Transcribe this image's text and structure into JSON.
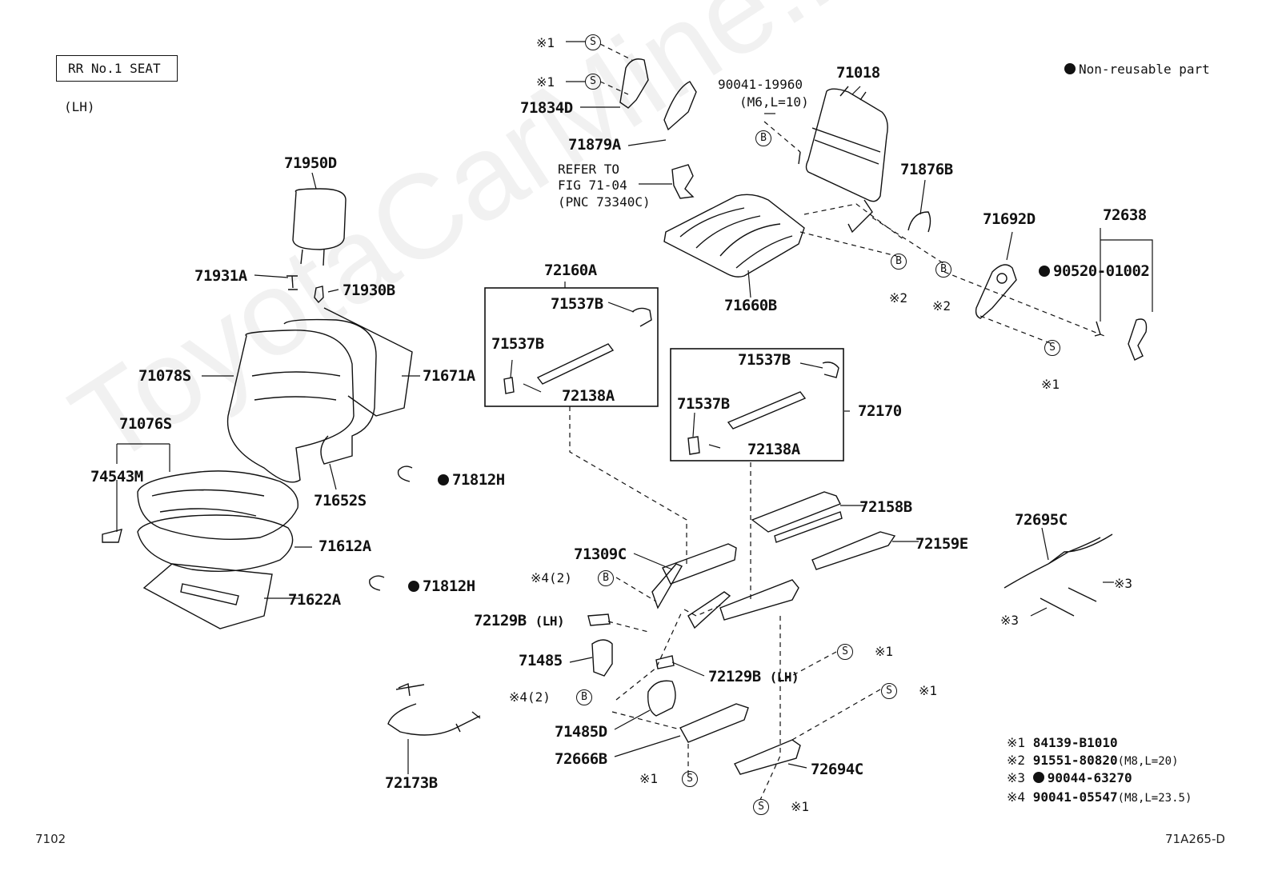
{
  "header": {
    "title": "RR No.1 SEAT",
    "side": "(LH)",
    "legend_text": "Non-reusable part"
  },
  "watermark": "ToyotaCarMine.ru",
  "parts": {
    "p71950D": "71950D",
    "p71931A": "71931A",
    "p71930B": "71930B",
    "p71078S": "71078S",
    "p71671A": "71671A",
    "p71076S": "71076S",
    "p74543M": "74543M",
    "p71652S": "71652S",
    "p71812H_a": "71812H",
    "p71812H_b": "71812H",
    "p71612A": "71612A",
    "p71622A": "71622A",
    "p71834D": "71834D",
    "p71879A": "71879A",
    "p71018": "71018",
    "p90041_19960": "90041-19960",
    "p90041_19960_spec": "(M6,L=10)",
    "p71876B": "71876B",
    "p71692D": "71692D",
    "p72638": "72638",
    "p90520_01002": "90520-01002",
    "p71660B": "71660B",
    "p72160A": "72160A",
    "p71537B_a": "71537B",
    "p71537B_b": "71537B",
    "p72138A_a": "72138A",
    "p71537B_c": "71537B",
    "p71537B_d": "71537B",
    "p72138A_b": "72138A",
    "p72170": "72170",
    "p72158B": "72158B",
    "p72159E": "72159E",
    "p71309C": "71309C",
    "p72129B_a": "72129B",
    "p72129B_a_suffix": "(LH)",
    "p71485": "71485",
    "p72129B_b": "72129B",
    "p72129B_b_suffix": "(LH)",
    "p71485D": "71485D",
    "p72666B": "72666B",
    "p72694C": "72694C",
    "p72173B": "72173B",
    "p72695C": "72695C"
  },
  "refer": {
    "line1": "REFER TO",
    "line2": "FIG 71-04",
    "line3": "(PNC 73340C)"
  },
  "marks": {
    "m1": "※1",
    "m2": "※2",
    "m3": "※3",
    "m4_2": "※4(2)",
    "s": "S",
    "b": "B"
  },
  "notes": [
    {
      "mark": "※1",
      "text": "84139-B1010",
      "spec": ""
    },
    {
      "mark": "※2",
      "text": "91551-80820",
      "spec": "(M8,L=20)"
    },
    {
      "mark": "※3",
      "text": "90044-63270",
      "spec": ""
    },
    {
      "mark": "※4",
      "text": "90041-05547",
      "spec": "(M8,L=23.5)"
    }
  ],
  "footer": {
    "left": "7102",
    "right": "71A265-D"
  }
}
